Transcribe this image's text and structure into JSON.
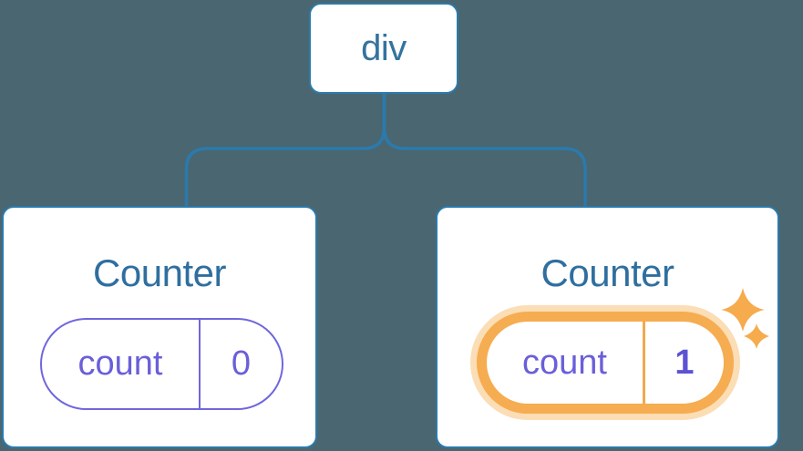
{
  "diagram_title": "component-state-tree",
  "tree": {
    "root_label": "div",
    "children": [
      {
        "title": "Counter",
        "state_key": "count",
        "state_value": "0",
        "highlighted": false
      },
      {
        "title": "Counter",
        "state_key": "count",
        "state_value": "1",
        "highlighted": true
      }
    ]
  },
  "icons": {
    "sparkle": "four-point-sparkle"
  },
  "colors": {
    "background": "#4A6670",
    "card_background": "#FFFFFF",
    "node_border_blue": "#2B7AAD",
    "connector_blue": "#2B7AAD",
    "node_text_blue": "#33739F",
    "title_text_blue": "#2F6F9F",
    "state_text_purple": "#6A5FD9",
    "pill_border_purple": "#6F67DE",
    "highlight_value_purple": "#5C52D4",
    "highlight_orange": "#F6AC50",
    "highlight_halo_orange": "rgba(246,173,80,0.42)",
    "sparkle_orange": "#F6AB4D"
  }
}
